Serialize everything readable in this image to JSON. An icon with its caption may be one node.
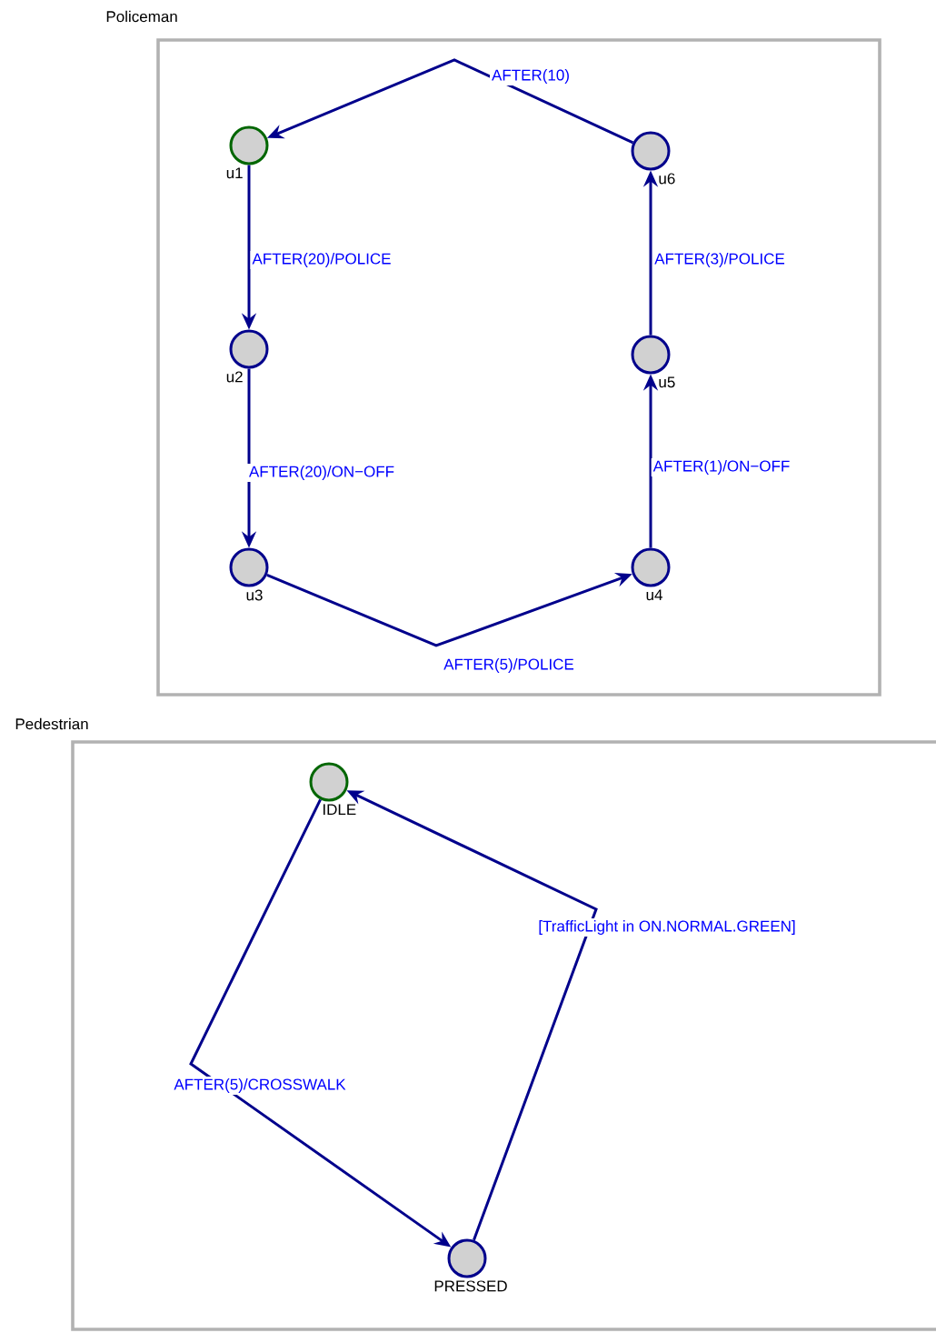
{
  "diagram": {
    "nodes": [
      {
        "text": [
          "Policeman"
        ]
      },
      {
        "text": [],
        "shape": "circle",
        "beside": [
          "u1"
        ],
        "in": 0
      },
      {
        "text": [],
        "shape": "circle",
        "beside": [
          "u2"
        ],
        "in": 0
      },
      {
        "text": [],
        "shape": "circle",
        "beside": [
          "u3"
        ],
        "in": 0
      },
      {
        "text": [],
        "shape": "circle",
        "beside": [
          "u4"
        ],
        "in": 0
      },
      {
        "text": [],
        "shape": "circle",
        "beside": [
          "u5"
        ],
        "in": 0
      },
      {
        "text": [],
        "shape": "circle",
        "beside": [
          "u6"
        ],
        "in": 0
      },
      {
        "text": [
          "Pedestrian"
        ]
      },
      {
        "text": [],
        "shape": "circle",
        "beside": [
          "IDLE"
        ],
        "in": 7
      },
      {
        "text": [],
        "shape": "circle",
        "beside": [
          "PRESSED"
        ],
        "in": 7
      }
    ],
    "edges": [
      {
        "from": 1,
        "to": 2,
        "arrow": "to",
        "label": "AFTER(20)/POLICE"
      },
      {
        "from": 2,
        "to": 3,
        "arrow": "to",
        "label": "AFTER(20)/ON−OFF"
      },
      {
        "from": 3,
        "to": 4,
        "arrow": "to",
        "label": "AFTER(5)/POLICE"
      },
      {
        "from": 4,
        "to": 5,
        "arrow": "to",
        "label": "AFTER(1)/ON−OFF"
      },
      {
        "from": 5,
        "to": 6,
        "arrow": "to",
        "label": "AFTER(3)/POLICE"
      },
      {
        "from": 6,
        "to": 1,
        "arrow": "to",
        "label": "AFTER(10)"
      },
      {
        "from": 8,
        "to": 9,
        "arrow": "to",
        "label": "AFTER(5)/CROSSWALK"
      },
      {
        "from": 9,
        "to": 8,
        "arrow": "to",
        "label": "[TrafficLight in ON.NORMAL.GREEN]"
      }
    ]
  }
}
